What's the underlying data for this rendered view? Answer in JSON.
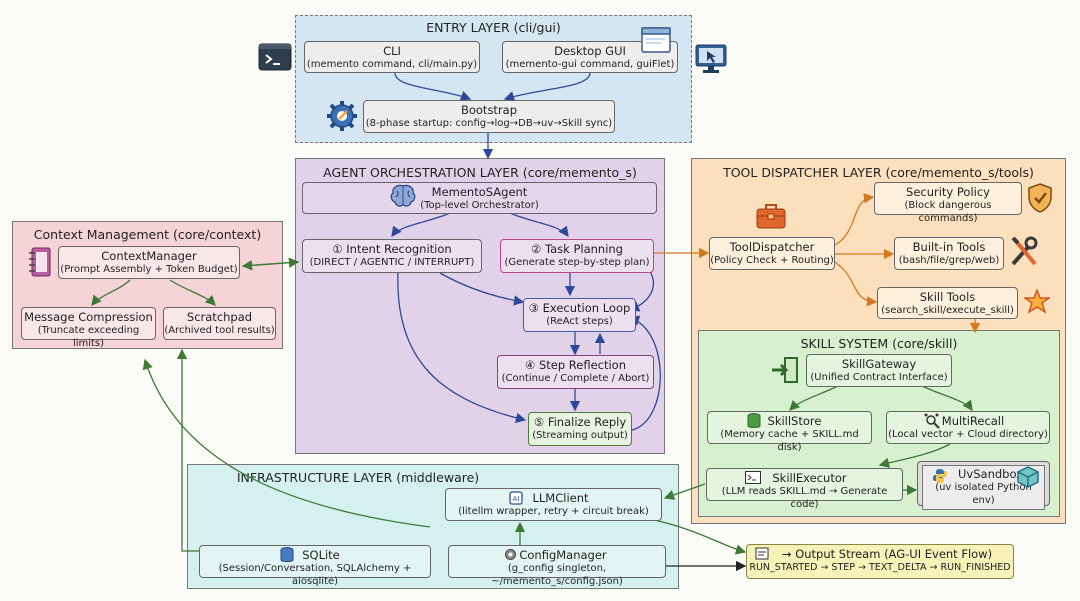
{
  "entry": {
    "title": "ENTRY LAYER (cli/gui)",
    "cli": {
      "name": "CLI",
      "desc": "(memento command, cli/main.py)"
    },
    "gui": {
      "name": "Desktop GUI",
      "desc": "(memento-gui command, guiFlet)"
    },
    "bootstrap": {
      "name": "Bootstrap",
      "desc": "(8-phase startup: config→log→DB→uv→Skill sync)"
    }
  },
  "orchestration": {
    "title": "AGENT ORCHESTRATION LAYER (core/memento_s)",
    "agent": {
      "name": "MementoSAgent",
      "desc": "(Top-level Orchestrator)"
    },
    "intent": {
      "name": "① Intent Recognition",
      "desc": "(DIRECT / AGENTIC / INTERRUPT)"
    },
    "planning": {
      "name": "② Task Planning",
      "desc": "(Generate step-by-step plan)"
    },
    "loop": {
      "name": "③ Execution Loop",
      "desc": "(ReAct steps)"
    },
    "reflection": {
      "name": "④ Step Reflection",
      "desc": "(Continue / Complete / Abort)"
    },
    "finalize": {
      "name": "⑤ Finalize Reply",
      "desc": "(Streaming output)"
    }
  },
  "context": {
    "title": "Context Management (core/context)",
    "manager": {
      "name": "ContextManager",
      "desc": "(Prompt Assembly + Token Budget)"
    },
    "compression": {
      "name": "Message Compression",
      "desc": "(Truncate exceeding limits)"
    },
    "scratchpad": {
      "name": "Scratchpad",
      "desc": "(Archived tool results)"
    }
  },
  "tools": {
    "title": "TOOL DISPATCHER LAYER (core/memento_s/tools)",
    "dispatcher": {
      "name": "ToolDispatcher",
      "desc": "(Policy Check + Routing)"
    },
    "security": {
      "name": "Security Policy",
      "desc": "(Block dangerous commands)"
    },
    "builtin": {
      "name": "Built-in Tools",
      "desc": "(bash/file/grep/web)"
    },
    "skilltools": {
      "name": "Skill Tools",
      "desc": "(search_skill/execute_skill)"
    }
  },
  "skill": {
    "title": "SKILL SYSTEM (core/skill)",
    "gateway": {
      "name": "SkillGateway",
      "desc": "(Unified Contract Interface)"
    },
    "store": {
      "name": "SkillStore",
      "desc": "(Memory cache + SKILL.md disk)"
    },
    "recall": {
      "name": "MultiRecall",
      "desc": "(Local vector + Cloud directory)"
    },
    "executor": {
      "name": "SkillExecutor",
      "desc": "(LLM reads SKILL.md → Generate code)"
    },
    "sandbox": {
      "name": "UvSandbox",
      "desc": "(uv isolated Python env)"
    }
  },
  "infra": {
    "title": "INFRASTRUCTURE LAYER (middleware)",
    "llm": {
      "name": "LLMClient",
      "desc": "(litellm wrapper, retry + circuit break)"
    },
    "sqlite": {
      "name": "SQLite",
      "desc": "(Session/Conversation, SQLAlchemy + aiosqlite)"
    },
    "config": {
      "name": "ConfigManager",
      "desc": "(g_config singleton, ~/memento_s/config.json)"
    }
  },
  "output": {
    "name": "→ Output Stream (AG-UI Event Flow)",
    "desc": "RUN_STARTED → STEP → TEXT_DELTA → RUN_FINISHED"
  },
  "colors": {
    "entry": "#d5e6f3",
    "orchestration": "#e2d2e9",
    "context": "#f6d3d6",
    "tools": "#fce0bd",
    "skill": "#d7f0cf",
    "infra": "#d4f1ef",
    "output": "#f6f2b8"
  }
}
